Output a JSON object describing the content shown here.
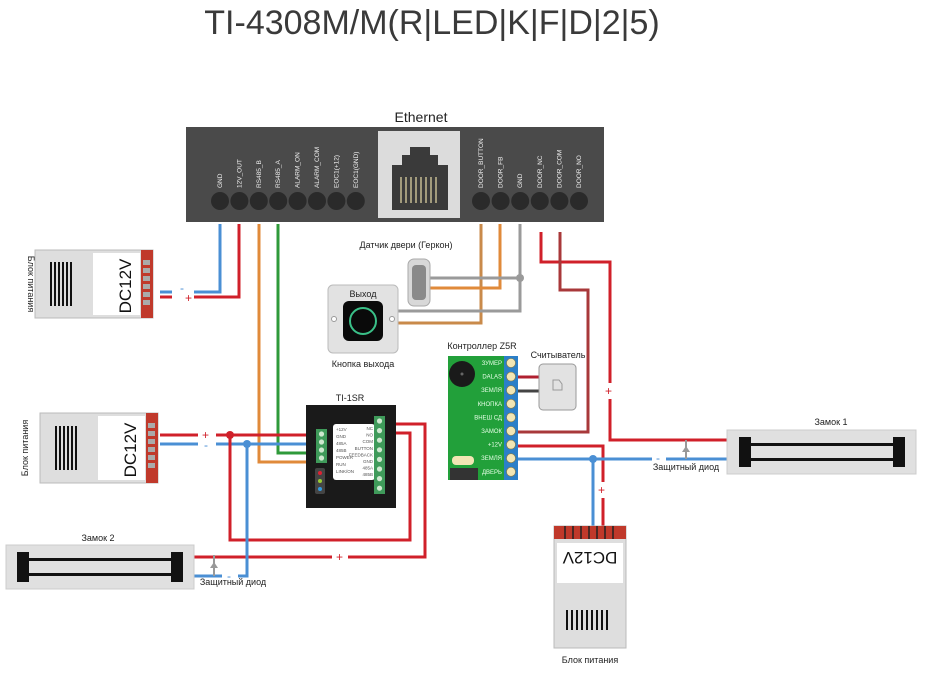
{
  "title": "TI-4308M/M(R|LED|K|F|D|2|5)",
  "main_unit": {
    "ethernet_label": "Ethernet",
    "left_pins": [
      "GND",
      "12V_OUT",
      "RS485_B",
      "RS485_A",
      "ALARM_ON",
      "ALARM_COM",
      "EOC1(+12)",
      "EOC1(GND)"
    ],
    "right_pins": [
      "DOOR_BUTTON",
      "DOOR_FB",
      "GND",
      "DOOR_NC",
      "DOOR_COM",
      "DOOR_NO"
    ]
  },
  "door_sensor": {
    "label": "Датчик двери (Геркон)"
  },
  "exit_button": {
    "face_label": "Выход",
    "label": "Кнопка выхода"
  },
  "controller": {
    "label": "Контроллер Z5R",
    "terminals": [
      "ЗУМЕР",
      "DALAS",
      "ЗЕМЛЯ",
      "КНОПКА",
      "ВНЕШ СД",
      "ЗАМОК",
      "+12V",
      "ЗЕМЛЯ",
      "ДВЕРЬ"
    ]
  },
  "reader": {
    "label": "Считыватель"
  },
  "ti1sr": {
    "label": "TI-1SR",
    "left_labels": [
      "+12V",
      "GND",
      "485A",
      "485B",
      "POWER",
      "RUN",
      "LINK/ON"
    ],
    "right_labels": [
      "NC",
      "NO",
      "COM",
      "BUTTON",
      "FEEDBACK",
      "GND",
      "485A",
      "485B"
    ]
  },
  "psu_top": {
    "label": "Блок питания",
    "voltage": "DC12V"
  },
  "psu_mid": {
    "label": "Блок питания",
    "voltage": "DC12V"
  },
  "psu_bottom": {
    "label": "Блок питания",
    "voltage": "DC12V"
  },
  "lock1": {
    "label": "Замок 1",
    "diode_label": "Защитный диод"
  },
  "lock2": {
    "label": "Замок 2",
    "diode_label": "Защитный диод"
  },
  "signs": {
    "plus": "+",
    "minus": "-"
  },
  "colors": {
    "red": "#d0202a",
    "darkred": "#a8383a",
    "blue": "#4a8fd4",
    "orange": "#e08a3a",
    "tan": "#c98a4a",
    "green": "#2f9a3a",
    "gray": "#9a9a9a",
    "unit": "#4a4a4a"
  }
}
